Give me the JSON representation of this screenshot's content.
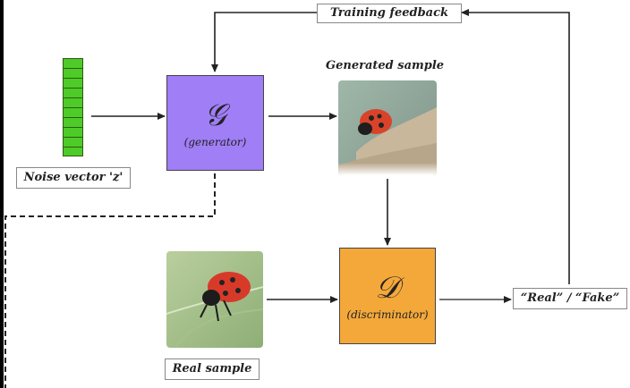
{
  "labels": {
    "training_feedback": "Training feedback",
    "generated_sample": "Generated sample",
    "noise_vector": "Noise vector 'z'",
    "real_sample": "Real sample",
    "verdict": "“Real” / “Fake”"
  },
  "generator": {
    "symbol": "𝒢",
    "caption": "(generator)"
  },
  "discriminator": {
    "symbol": "𝒟",
    "caption": "(discriminator)"
  },
  "colors": {
    "generator_fill": "#a07ef6",
    "discriminator_fill": "#f4a83a",
    "noise_fill": "#4ecb28"
  },
  "images": {
    "generated": "ladybug-generated-photo",
    "real": "ladybug-real-photo"
  }
}
